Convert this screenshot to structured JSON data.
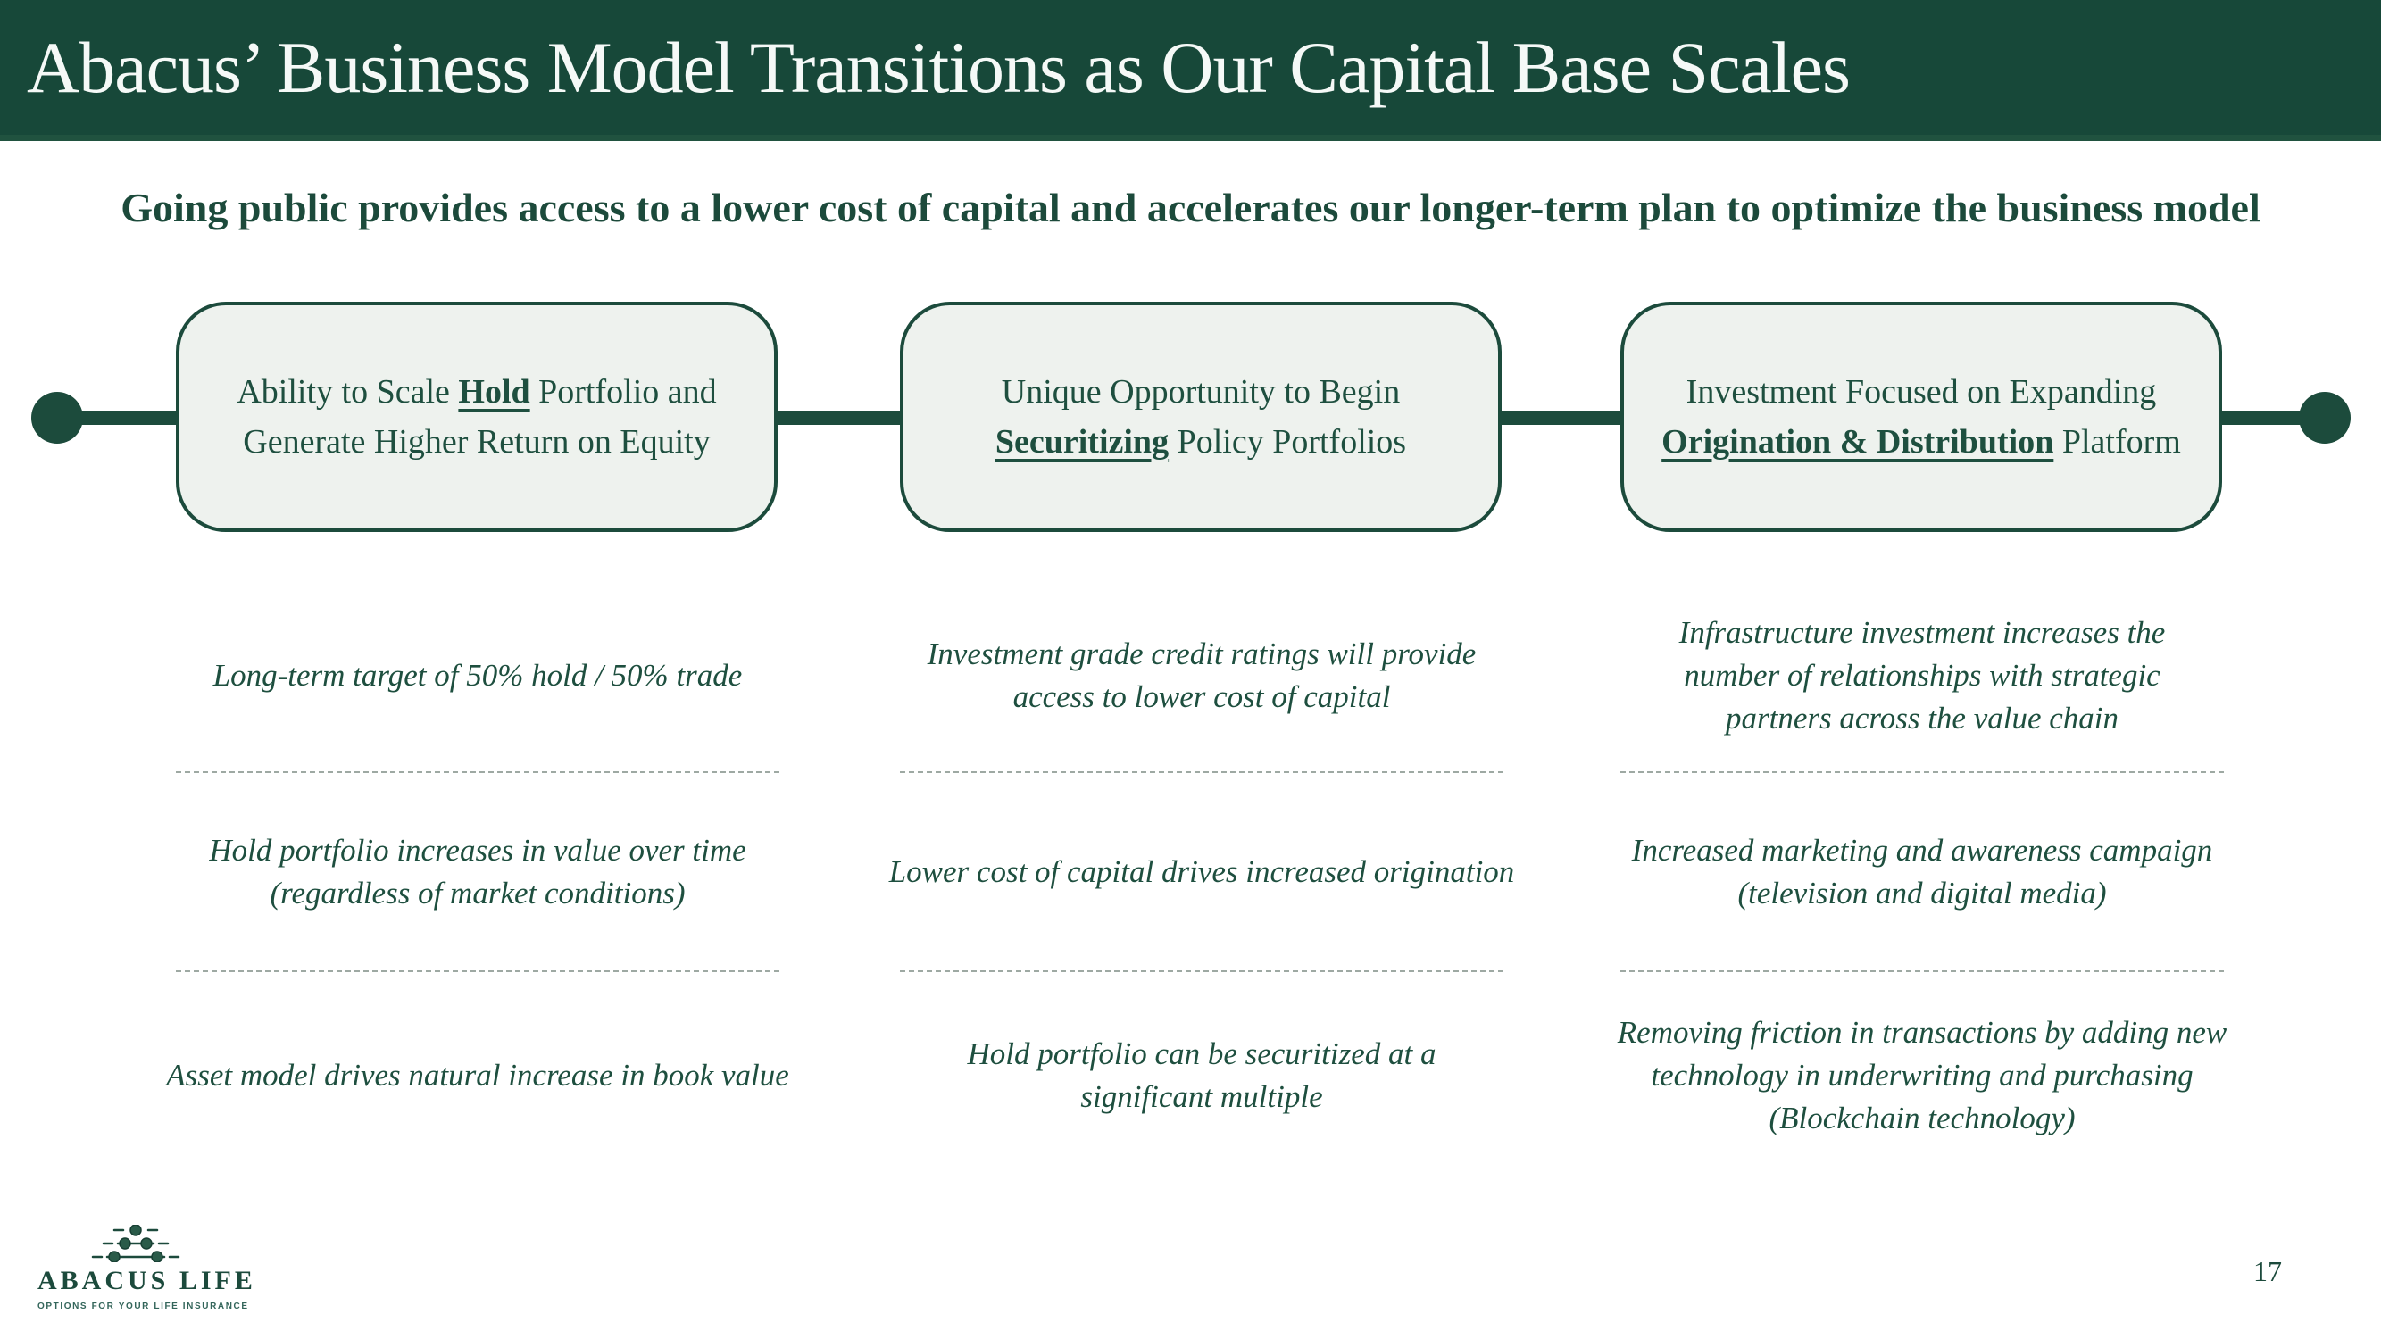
{
  "slide": {
    "title": "Abacus’ Business Model Transitions as Our Capital Base Scales",
    "subtitle": "Going public provides access to a lower cost of capital and accelerates our longer-term plan to optimize the business model",
    "page_number": "17"
  },
  "colors": {
    "header_bg": "#174839",
    "header_band": "#20523F",
    "brand_green": "#1C4B3C",
    "text_green": "#1E4F3F",
    "box_fill": "#EEF2EE",
    "divider_gray": "#9EA9A3",
    "title_text": "#F5F9F7"
  },
  "stages": [
    {
      "line1": {
        "pre": "Ability to Scale ",
        "emph": "Hold",
        "post": " Portfolio and"
      },
      "line2": {
        "pre": "Generate Higher Return on Equity",
        "emph": "",
        "post": ""
      }
    },
    {
      "line1": {
        "pre": "Unique Opportunity to Begin",
        "emph": "",
        "post": ""
      },
      "line2": {
        "pre": "",
        "emph": "Securitizing",
        "post": " Policy Portfolios"
      }
    },
    {
      "line1": {
        "pre": "Investment Focused on Expanding",
        "emph": "",
        "post": ""
      },
      "line2": {
        "pre": "",
        "emph": "Origination & Distribution",
        "post": " Platform"
      }
    }
  ],
  "columns": [
    {
      "cells": [
        {
          "lines": [
            "Long-term target of 50% hold / 50% trade"
          ]
        },
        {
          "lines": [
            "Hold portfolio increases in value over time",
            "(regardless of market conditions)"
          ]
        },
        {
          "lines": [
            "Asset model drives natural increase in book value"
          ]
        }
      ]
    },
    {
      "cells": [
        {
          "lines": [
            "Investment grade credit ratings will provide",
            "access to lower cost of capital"
          ]
        },
        {
          "lines": [
            "Lower cost of capital drives increased origination"
          ]
        },
        {
          "lines": [
            "Hold portfolio can be securitized at a",
            "significant multiple"
          ]
        }
      ]
    },
    {
      "cells": [
        {
          "lines": [
            "Infrastructure investment increases the",
            "number of relationships with strategic",
            "partners across the value chain"
          ]
        },
        {
          "lines": [
            "Increased marketing and awareness campaign",
            "(television and digital media)"
          ]
        },
        {
          "lines": [
            "Removing friction in transactions by adding new",
            "technology in underwriting and purchasing",
            "(Blockchain technology)"
          ]
        }
      ]
    }
  ],
  "footer": {
    "logo_text": "ABACUS LIFE",
    "logo_tagline": "OPTIONS FOR YOUR LIFE INSURANCE"
  }
}
